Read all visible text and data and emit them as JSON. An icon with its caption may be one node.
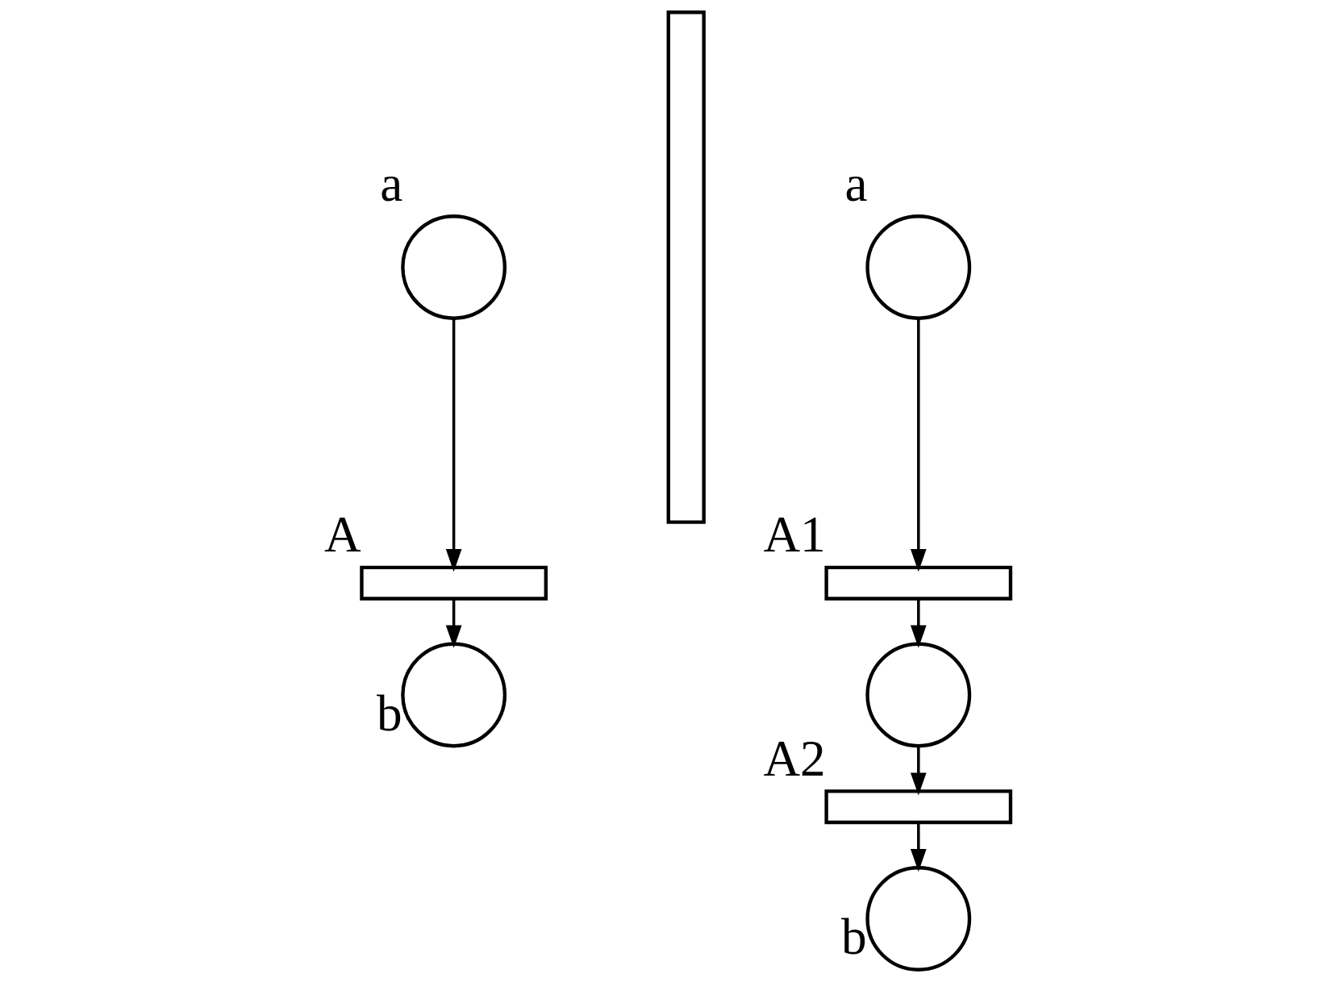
{
  "diagram": {
    "nodes": [
      {
        "text": [],
        "shape": "circle",
        "beside": [
          "a"
        ]
      },
      {
        "text": [],
        "shape": "bar",
        "beside": [
          "A"
        ]
      },
      {
        "text": [],
        "shape": "circle",
        "beside": [
          "b"
        ]
      },
      {
        "text": [],
        "shape": "bar"
      },
      {
        "text": [],
        "shape": "circle",
        "beside": [
          "a"
        ]
      },
      {
        "text": [],
        "shape": "bar",
        "beside": [
          "A1"
        ]
      },
      {
        "text": [],
        "shape": "circle"
      },
      {
        "text": [],
        "shape": "bar",
        "beside": [
          "A2"
        ]
      },
      {
        "text": [],
        "shape": "circle",
        "beside": [
          "b"
        ]
      }
    ],
    "edges": [
      {
        "from": 0,
        "to": 1,
        "arrow": "to"
      },
      {
        "from": 1,
        "to": 2,
        "arrow": "to"
      },
      {
        "from": 4,
        "to": 5,
        "arrow": "to"
      },
      {
        "from": 5,
        "to": 6,
        "arrow": "to"
      },
      {
        "from": 6,
        "to": 7,
        "arrow": "to"
      },
      {
        "from": 7,
        "to": 8,
        "arrow": "to"
      }
    ]
  }
}
